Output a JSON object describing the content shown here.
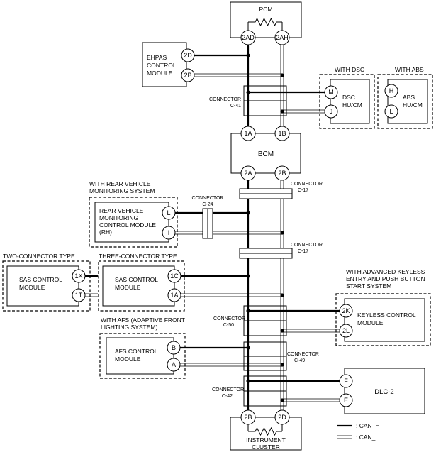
{
  "modules": {
    "pcm": {
      "label": "PCM",
      "pin_h": "2AD",
      "pin_l": "2AH"
    },
    "ehpas": {
      "lines": [
        "EHPAS",
        "CONTROL",
        "MODULE"
      ],
      "pin_h": "2D",
      "pin_l": "2B"
    },
    "dsc": {
      "group": "WITH DSC",
      "lines": [
        "DSC",
        "HU/CM"
      ],
      "pin_h": "M",
      "pin_l": "J"
    },
    "abs": {
      "group": "WITH ABS",
      "lines": [
        "ABS",
        "HU/CM"
      ],
      "pin_h": "H",
      "pin_l": "L"
    },
    "bcm": {
      "label": "BCM",
      "pin_top_h": "1A",
      "pin_top_l": "1B",
      "pin_bot_h": "2A",
      "pin_bot_l": "2B"
    },
    "rear": {
      "group": [
        "WITH REAR VEHICLE",
        "MONITORING SYSTEM"
      ],
      "lines": [
        "REAR VEHICLE",
        "MONITORING",
        "CONTROL MODULE",
        "(RH)"
      ],
      "pin_h": "L",
      "pin_l": "I"
    },
    "sas2": {
      "group": "TWO-CONNECTOR TYPE",
      "lines": [
        "SAS CONTROL",
        "MODULE"
      ],
      "pin_h": "1X",
      "pin_l": "1T"
    },
    "sas3": {
      "group": "THREE-CONNECTOR TYPE",
      "lines": [
        "SAS CONTROL",
        "MODULE"
      ],
      "pin_h": "1C",
      "pin_l": "1A"
    },
    "keyless": {
      "group": [
        "WITH ADVANCED KEYLESS",
        "ENTRY AND PUSH BUTTON",
        "START SYSTEM"
      ],
      "lines": [
        "KEYLESS CONTROL",
        "MODULE"
      ],
      "pin_h": "2K",
      "pin_l": "2L"
    },
    "afs": {
      "group": [
        "WITH AFS (ADAPTIVE FRONT",
        "LIGHTING SYSTEM)"
      ],
      "lines": [
        "AFS CONTROL",
        "MODULE"
      ],
      "pin_h": "B",
      "pin_l": "A"
    },
    "dlc": {
      "label": "DLC-2",
      "pin_h": "F",
      "pin_l": "E"
    },
    "cluster": {
      "lines": [
        "INSTRUMENT",
        "CLUSTER"
      ],
      "pin_h": "2B",
      "pin_l": "2D"
    }
  },
  "connectors": {
    "c41": [
      "CONNECTOR",
      "C-41"
    ],
    "c17a": [
      "CONNECTOR",
      "C-17"
    ],
    "c24": [
      "CONNECTOR",
      "C-24"
    ],
    "c17b": [
      "CONNECTOR",
      "C-17"
    ],
    "c50": [
      "CONNECTOR",
      "C-50"
    ],
    "c49": [
      "CONNECTOR",
      "C-49"
    ],
    "c42": [
      "CONNECTOR",
      "C-42"
    ]
  },
  "legend": {
    "can_h": ": CAN_H",
    "can_l": ": CAN_L"
  }
}
